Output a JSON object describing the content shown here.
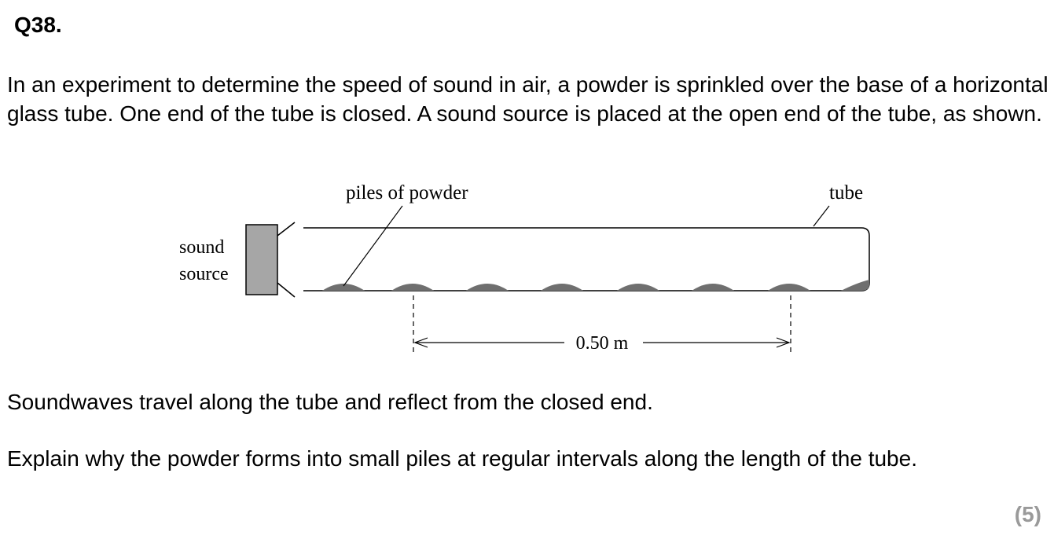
{
  "question": {
    "number": "Q38.",
    "intro": "In an experiment to determine the speed of sound in air, a powder is sprinkled over the base of a horizontal glass tube. One end of the tube is closed. A sound source is placed at the open end of the tube, as shown.",
    "statement": "Soundwaves travel along the tube and reflect from the closed end.",
    "task": "Explain why the powder forms into small piles at regular intervals along the length of the tube.",
    "marks": "(5)"
  },
  "diagram": {
    "label_piles": "piles of powder",
    "label_tube": "tube",
    "label_sound": "sound",
    "label_source": "source",
    "distance": "0.50 m",
    "colors": {
      "powder": "#6f6f6f",
      "source_fill": "#a6a6a6",
      "line": "#000000"
    }
  }
}
